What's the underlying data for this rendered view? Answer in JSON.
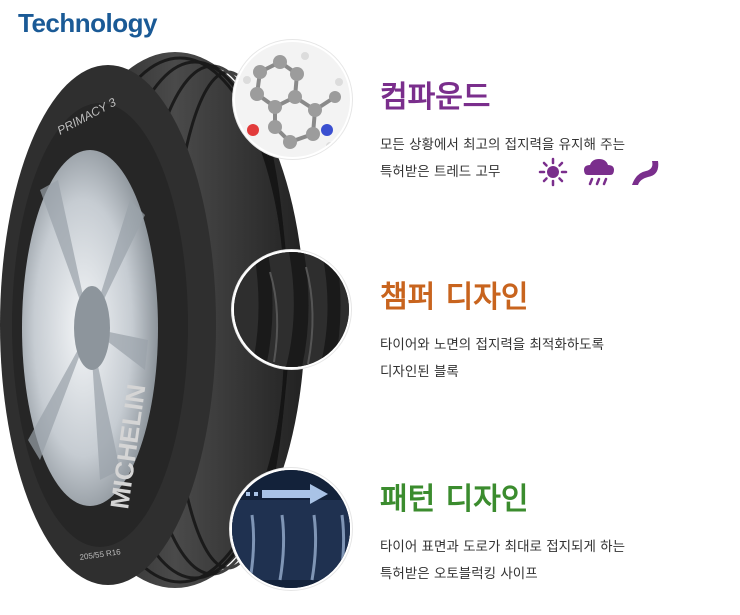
{
  "header": {
    "title": "Technology"
  },
  "tire": {
    "brand": "MICHELIN",
    "model": "PRIMACY 3",
    "size": "205/55 R16"
  },
  "features": [
    {
      "title": "컴파운드",
      "line1": "모든 상황에서 최고의 접지력을 유지해 주는",
      "line2": "특허받은 트레드 고무"
    },
    {
      "title": "챔퍼 디자인",
      "line1": "타이어와 노면의 접지력을 최적화하도록",
      "line2": "디자인된 블록"
    },
    {
      "title": "패턴 디자인",
      "line1": "타이어 표면과 도로가 최대로 접지되게 하는",
      "line2": "특허받은 오토블럭킹 사이프"
    }
  ],
  "condition_icons": [
    "sun-icon",
    "rain-cloud-icon",
    "curve-road-icon"
  ],
  "colors": {
    "title": "#1a5a96",
    "compound": "#7a2e8c",
    "chamfer": "#c8641e",
    "pattern": "#3b8c2e"
  }
}
